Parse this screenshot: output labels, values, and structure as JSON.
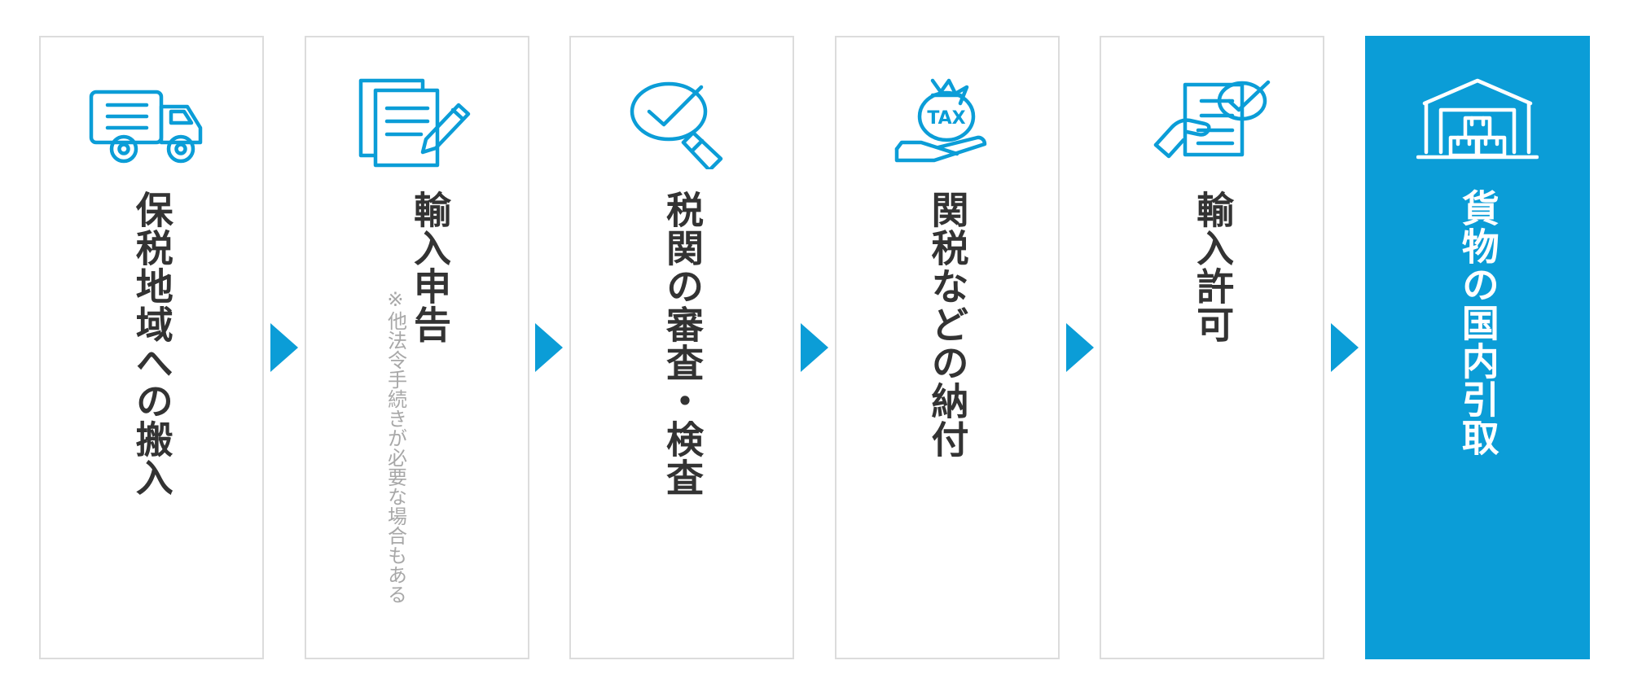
{
  "diagram": {
    "title": "Import customs clearance flow",
    "orientation": "horizontal-left-to-right",
    "text_direction": "vertical-rl",
    "colors": {
      "accent_blue": "#0b9dd7",
      "card_border": "#dcdcdc",
      "title_text": "#333333",
      "note_text": "#a8a8a8",
      "highlight_text": "#ffffff",
      "background": "#ffffff"
    },
    "arrow_label": "next-step",
    "steps": [
      {
        "index": 1,
        "icon": "delivery-truck-icon",
        "title": "保税地域への搬入",
        "note": "",
        "highlighted": false
      },
      {
        "index": 2,
        "icon": "document-pencil-icon",
        "title": "輸入申告",
        "note": "※他法令手続きが必要な場合もある",
        "highlighted": false
      },
      {
        "index": 3,
        "icon": "magnifier-check-icon",
        "title": "税関の審査・検査",
        "note": "",
        "highlighted": false
      },
      {
        "index": 4,
        "icon": "tax-money-bag-hand-icon",
        "title": "関税などの納付",
        "note": "",
        "highlighted": false
      },
      {
        "index": 5,
        "icon": "hand-document-check-icon",
        "title": "輸入許可",
        "note": "",
        "highlighted": false
      },
      {
        "index": 6,
        "icon": "warehouse-boxes-icon",
        "title": "貨物の国内引取",
        "note": "",
        "highlighted": true
      }
    ]
  }
}
